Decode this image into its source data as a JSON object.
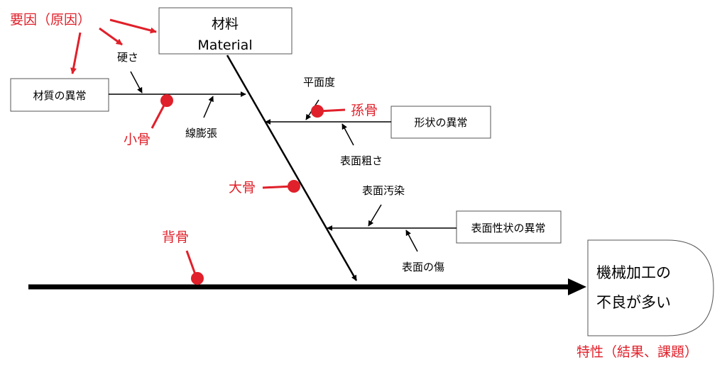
{
  "labels": {
    "cause_note": "要因（原因）",
    "material_ja": "材料",
    "material_en": "Material",
    "hardness": "硬さ",
    "material_quality": "材質の異常",
    "small_bone": "小骨",
    "thermal_expansion": "線膨張",
    "flatness": "平面度",
    "sub_bone": "孫骨",
    "shape_abnormal": "形状の異常",
    "surface_roughness": "表面粗さ",
    "large_bone": "大骨",
    "surface_contamination": "表面汚染",
    "surface_property": "表面性状の異常",
    "backbone": "背骨",
    "surface_scratch": "表面の傷",
    "effect_line1": "機械加工の",
    "effect_line2": "不良が多い",
    "characteristic_note": "特性（結果、課題）"
  },
  "colors": {
    "annotation": "#e0202a",
    "line": "#000000",
    "box_border": "#555555"
  }
}
